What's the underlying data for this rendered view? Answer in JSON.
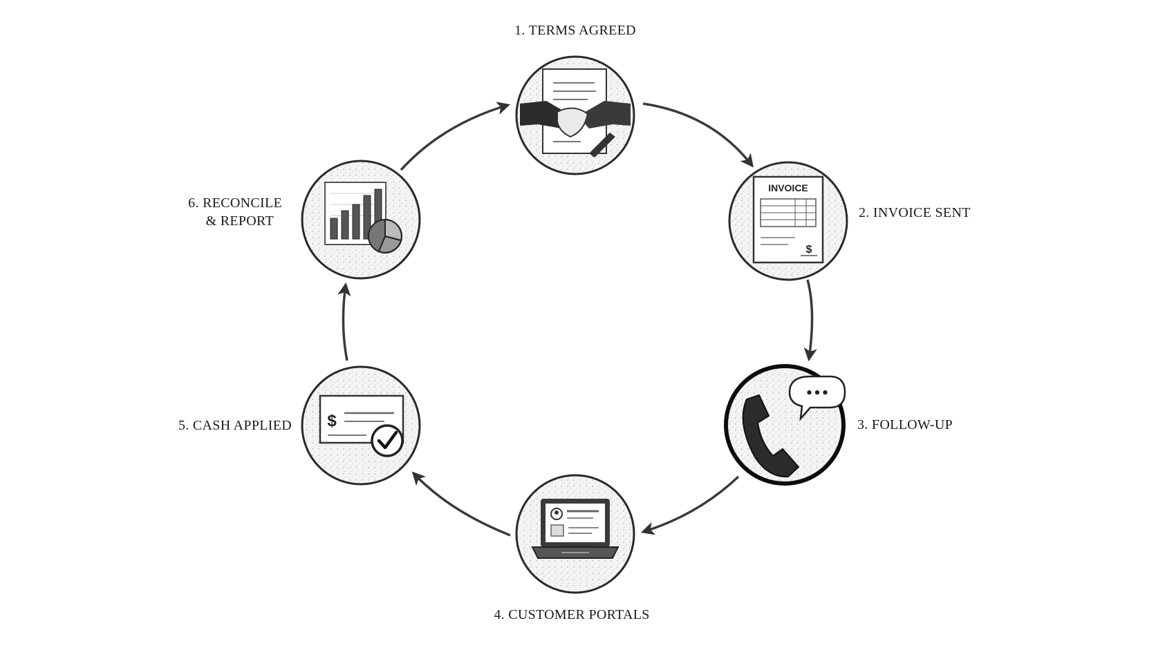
{
  "steps": [
    {
      "id": 1,
      "label": "1. TERMS AGREED",
      "icon": "handshake-contract-icon"
    },
    {
      "id": 2,
      "label": "2. INVOICE SENT",
      "icon": "invoice-document-icon",
      "invoice_heading": "INVOICE",
      "currency_symbol": "$"
    },
    {
      "id": 3,
      "label": "3. FOLLOW-UP",
      "icon": "phone-chat-icon",
      "highlighted": true,
      "chat_text": "•••"
    },
    {
      "id": 4,
      "label": "4. CUSTOMER PORTALS",
      "icon": "laptop-portal-icon"
    },
    {
      "id": 5,
      "label": "5. CASH APPLIED",
      "icon": "check-payment-icon",
      "currency_symbol": "$"
    },
    {
      "id": 6,
      "label_line1": "6. RECONCILE",
      "label_line2": "& REPORT",
      "icon": "bar-pie-chart-icon"
    }
  ],
  "colors": {
    "ink": "#1a1a1a",
    "circle_fill": "#f3f3f3",
    "circle_stroke": "#2a2a2a",
    "highlight_stroke": "#0d0d0d",
    "background": "#ffffff"
  }
}
